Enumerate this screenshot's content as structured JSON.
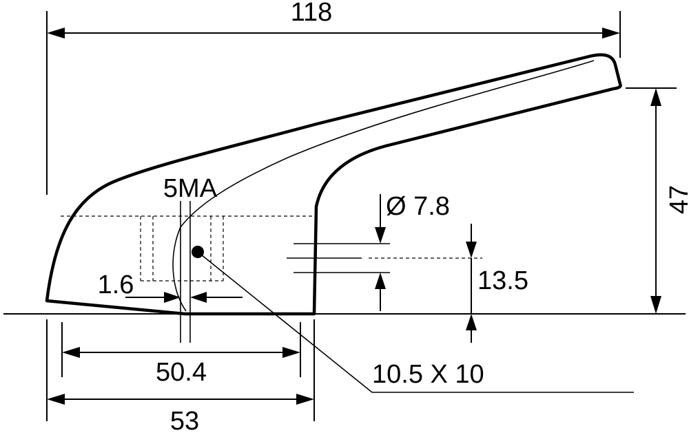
{
  "dimensions": {
    "overall_length": "118",
    "height": "47",
    "body_label": "5MA",
    "bore_diameter": "Ø 7.8",
    "axis_height": "13.5",
    "offset": "1.6",
    "inner_length": "50.4",
    "base_length": "53",
    "spline": "10.5 X 10"
  }
}
